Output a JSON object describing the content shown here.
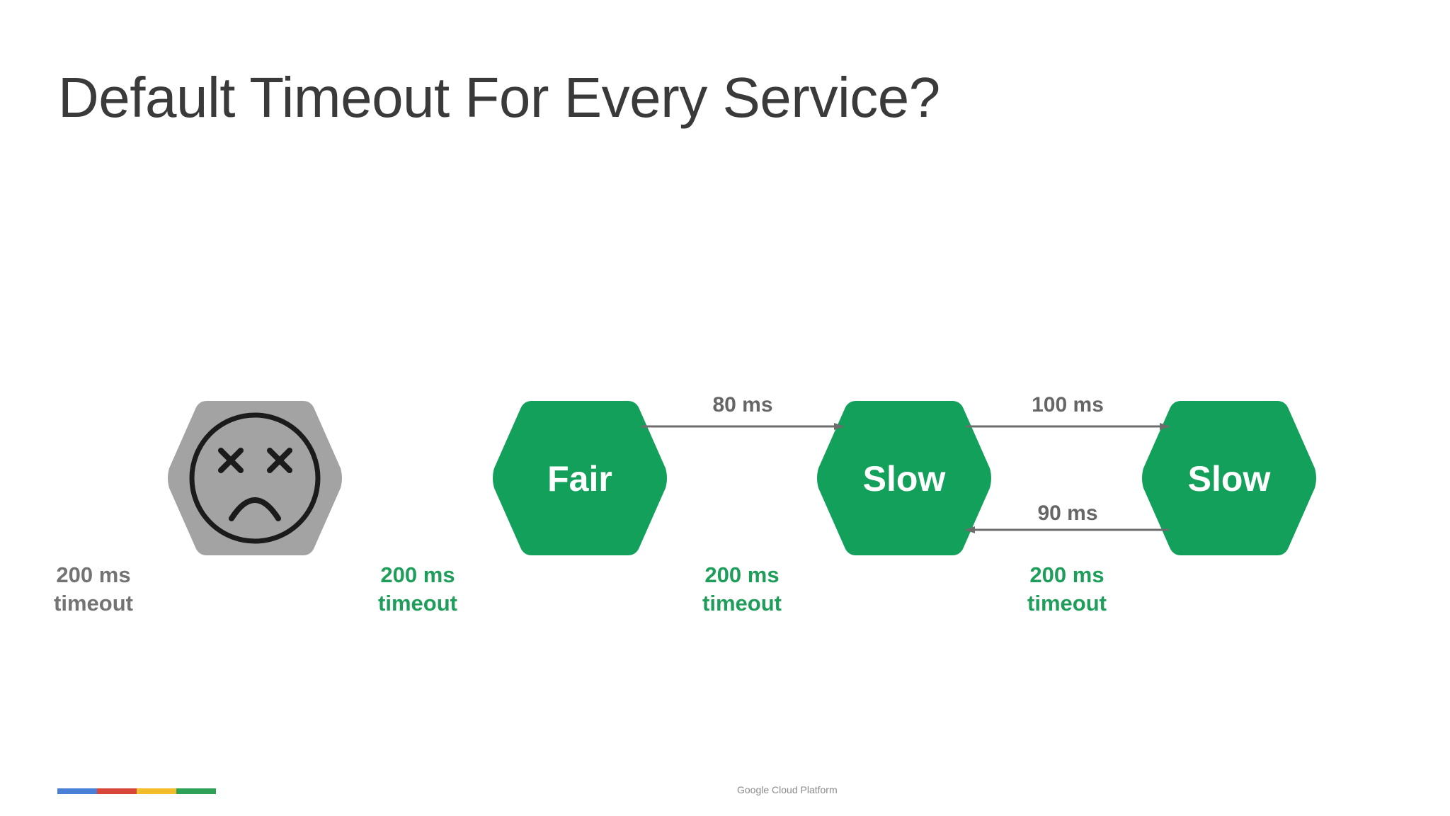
{
  "title": "Default Timeout For Every Service?",
  "colors": {
    "green": "#13a05a",
    "gray_node": "#a3a3a3",
    "arrow": "#6d6d6d",
    "timeout_green": "#1e9e5a",
    "timeout_gray": "#737373"
  },
  "nodes": [
    {
      "label": "",
      "icon": "dead-face-icon",
      "state": "failed"
    },
    {
      "label": "Fair"
    },
    {
      "label": "Slow"
    },
    {
      "label": "Slow"
    }
  ],
  "edges": [
    {
      "from": 1,
      "to": 2,
      "label": "80 ms"
    },
    {
      "from": 2,
      "to": 3,
      "label": "100 ms"
    },
    {
      "from": 3,
      "to": 2,
      "label": "90 ms"
    }
  ],
  "timeouts": [
    {
      "value": "200 ms",
      "word": "timeout"
    },
    {
      "value": "200 ms",
      "word": "timeout"
    },
    {
      "value": "200 ms",
      "word": "timeout"
    },
    {
      "value": "200 ms",
      "word": "timeout"
    }
  ],
  "footer": {
    "brand_colors": [
      "#4a7fd8",
      "#d9453a",
      "#f2bd2b",
      "#2ea156"
    ],
    "text": "Google Cloud Platform"
  }
}
